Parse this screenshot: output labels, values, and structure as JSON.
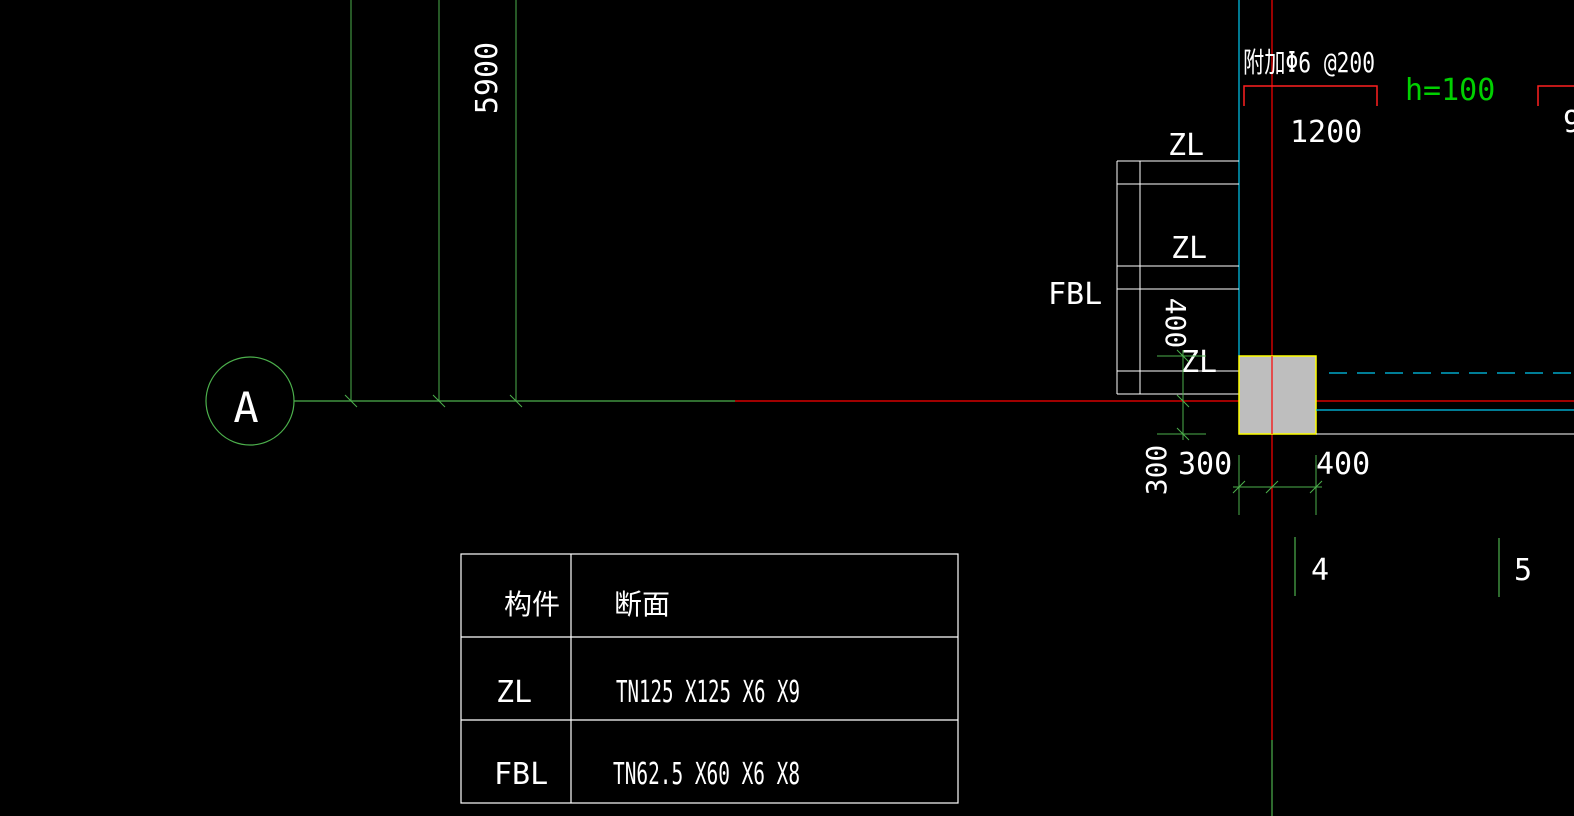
{
  "colors": {
    "background": "#000000",
    "grid_green": "#4cb04c",
    "axis_red": "#ff0000",
    "cyan": "#00c8f0",
    "yellow": "#ffff00",
    "column_fill": "#bebebe",
    "text_white": "#ffffff",
    "annot_green": "#00d000"
  },
  "axis": {
    "bubble_label": "A"
  },
  "dimensions": {
    "vertical_5900": "5900",
    "d1200": "1200",
    "d400_vertical": "400",
    "d300_vertical": "300",
    "d300": "300",
    "d400": "400",
    "grid_4": "4",
    "grid_5": "5"
  },
  "annotations": {
    "rebar_note": "附加Φ6 @200",
    "slab_height": "h=100"
  },
  "members": {
    "zl_1": "ZL",
    "zl_2": "ZL",
    "zl_3": "ZL",
    "fbl": "FBL"
  },
  "section_table": {
    "headers": [
      "构件",
      "断面"
    ],
    "rows": [
      {
        "member": "ZL",
        "section": "TN125 X125 X6 X9"
      },
      {
        "member": "FBL",
        "section": "TN62.5 X60 X6 X8"
      }
    ]
  }
}
